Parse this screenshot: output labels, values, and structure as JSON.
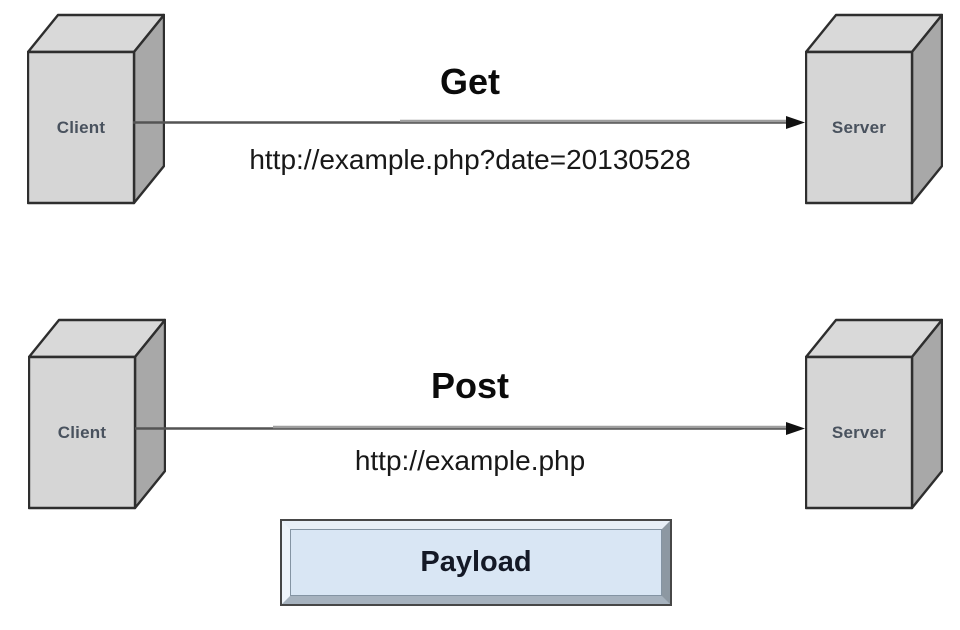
{
  "sections": [
    {
      "method": "Get",
      "url": "http://example.php?date=20130528",
      "source": "Client",
      "target": "Server"
    },
    {
      "method": "Post",
      "url": "http://example.php",
      "source": "Client",
      "target": "Server"
    }
  ],
  "payload": {
    "label": "Payload"
  },
  "colors": {
    "node_front": "#d6d6d6",
    "node_top": "#d9d9d9",
    "node_side": "#a8a8a8",
    "node_border": "#2e2e2e",
    "node_label": "#49525e",
    "arrow_dark": "#545454",
    "arrow_light": "#9e9e9e",
    "arrowhead": "#111111",
    "title_text": "#0b0b0b",
    "url_text": "#181818",
    "payload_fill": "#d9e6f4",
    "payload_bevel_light": "#e8eff7",
    "payload_bevel_dark": "#8d98a2",
    "payload_text": "#141926"
  }
}
